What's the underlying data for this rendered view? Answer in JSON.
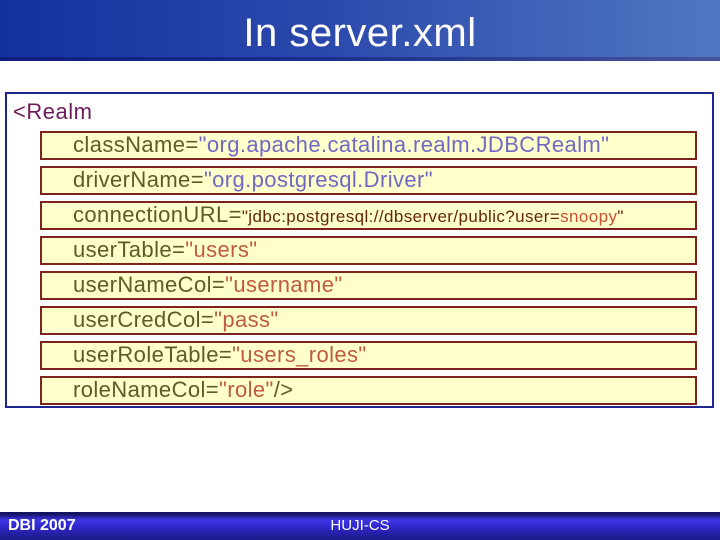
{
  "title": "In server.xml",
  "code": {
    "open_tag": "<Realm",
    "rows": [
      [
        {
          "t": "className=",
          "c": "attr"
        },
        {
          "t": "\"org.apache.catalina.realm.JDBCRealm\"",
          "c": "str"
        }
      ],
      [
        {
          "t": "driverName=",
          "c": "attr"
        },
        {
          "t": "\"org.postgresql.Driver\"",
          "c": "str"
        }
      ],
      [
        {
          "t": "connectionURL=",
          "c": "attr"
        },
        {
          "t": "\"jdbc:postgresql://dbserver/public?user=",
          "c": "url"
        },
        {
          "t": "snoopy",
          "c": "url-hi"
        },
        {
          "t": "\"",
          "c": "url"
        }
      ],
      [
        {
          "t": "userTable=",
          "c": "attr"
        },
        {
          "t": "\"users\"",
          "c": "lit"
        }
      ],
      [
        {
          "t": "userNameCol=",
          "c": "attr"
        },
        {
          "t": "\"username\"",
          "c": "lit"
        }
      ],
      [
        {
          "t": "userCredCol=",
          "c": "attr"
        },
        {
          "t": "\"pass\"",
          "c": "lit"
        }
      ],
      [
        {
          "t": "userRoleTable=",
          "c": "attr"
        },
        {
          "t": "\"users_roles\"",
          "c": "lit"
        }
      ],
      [
        {
          "t": "roleNameCol=",
          "c": "attr"
        },
        {
          "t": "\"role\"",
          "c": "lit"
        },
        {
          "t": "/>",
          "c": "attr"
        }
      ]
    ]
  },
  "footer": {
    "left": "DBI 2007",
    "center": "HUJI-CS"
  },
  "colors": {
    "header_gradient_left": "#14309f",
    "header_gradient_right": "#5177c1",
    "code_box_border": "#1e2490",
    "row_background": "#ffffcc",
    "row_border": "#7e221c",
    "open_tag_text": "#6e1a5c",
    "attribute_name": "#5a5e26",
    "string_value_purple": "#6f68c4",
    "url_value_maroon": "#66240f",
    "url_highlight_red": "#ca4f33",
    "literal_value_salmon": "#c05a3e",
    "footer_bar_blue": "#3028cc"
  }
}
